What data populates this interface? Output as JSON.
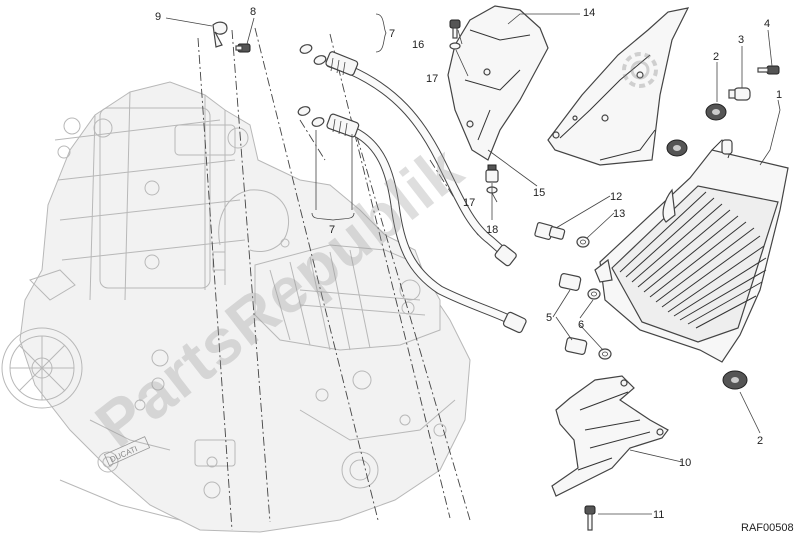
{
  "diagram": {
    "callouts": [
      {
        "id": "c1",
        "text": "1"
      },
      {
        "id": "c2a",
        "text": "2"
      },
      {
        "id": "c2b",
        "text": "2"
      },
      {
        "id": "c3",
        "text": "3"
      },
      {
        "id": "c4",
        "text": "4"
      },
      {
        "id": "c5",
        "text": "5"
      },
      {
        "id": "c6",
        "text": "6"
      },
      {
        "id": "c7a",
        "text": "7"
      },
      {
        "id": "c7b",
        "text": "7"
      },
      {
        "id": "c8",
        "text": "8"
      },
      {
        "id": "c9",
        "text": "9"
      },
      {
        "id": "c10",
        "text": "10"
      },
      {
        "id": "c11",
        "text": "11"
      },
      {
        "id": "c12",
        "text": "12"
      },
      {
        "id": "c13",
        "text": "13"
      },
      {
        "id": "c14",
        "text": "14"
      },
      {
        "id": "c15",
        "text": "15"
      },
      {
        "id": "c16",
        "text": "16"
      },
      {
        "id": "c17a",
        "text": "17"
      },
      {
        "id": "c17b",
        "text": "17"
      },
      {
        "id": "c18",
        "text": "18"
      }
    ],
    "drawing_code": "RAF00508",
    "watermark": "PartsRepublik",
    "engine_stamp": "DUCATI"
  },
  "colors": {
    "line": "#333333",
    "ghost": "#b8b8b8",
    "watermark": "#9a9a9a"
  }
}
